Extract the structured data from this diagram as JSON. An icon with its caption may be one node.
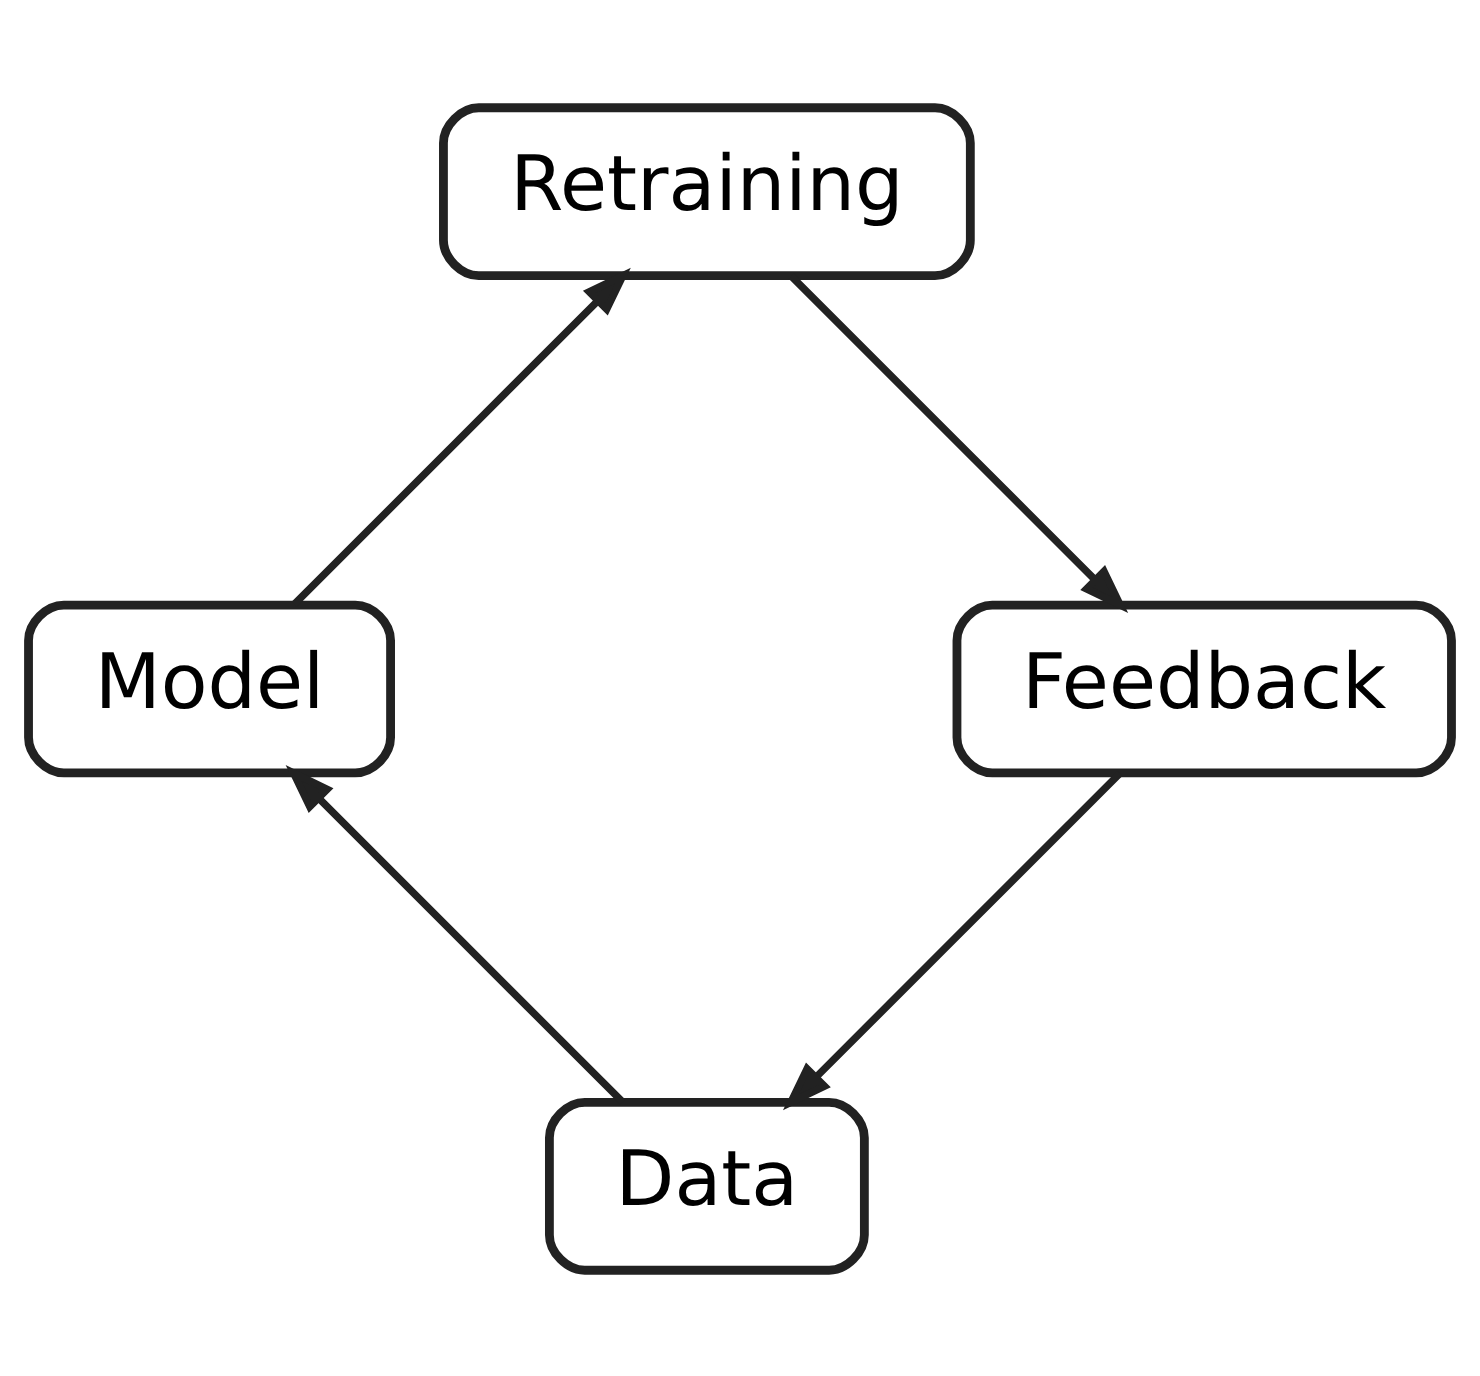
{
  "diagram": {
    "nodes": [
      {
        "text": [
          "Data"
        ]
      },
      {
        "text": [
          "Model"
        ]
      },
      {
        "text": [
          "Retraining"
        ]
      },
      {
        "text": [
          "Feedback"
        ]
      }
    ],
    "edges": [
      {
        "from": 0,
        "to": 1,
        "arrow": "to"
      },
      {
        "from": 1,
        "to": 2,
        "arrow": "to"
      },
      {
        "from": 2,
        "to": 3,
        "arrow": "to"
      },
      {
        "from": 3,
        "to": 0,
        "arrow": "to"
      }
    ]
  }
}
